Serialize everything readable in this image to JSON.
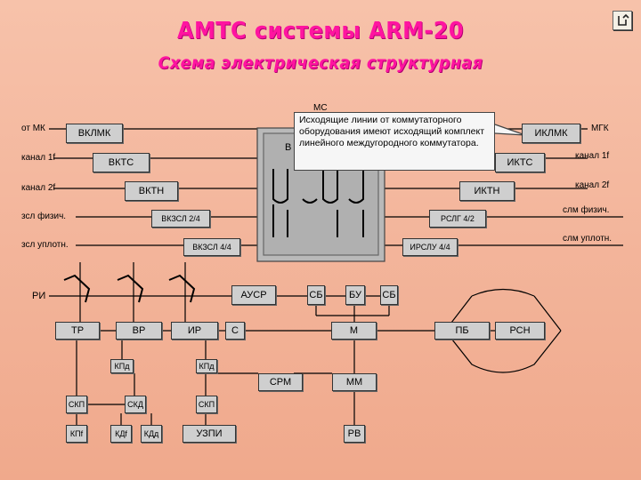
{
  "header": {
    "title": "АМТС системы ARM-20",
    "subtitle": "Схема электрическая структурная"
  },
  "callout": "Исходящие линии от коммутаторного оборудования имеют исходящий комплект линейного междугородного коммутатора.",
  "left_labels": [
    "от МК",
    "канал 1f",
    "канал 2f",
    "зсл физич.",
    "зсл уплотн.",
    "РИ"
  ],
  "right_labels": [
    "МГК",
    "канал 1f",
    "канал 2f",
    "слм физич.",
    "слм уплотн."
  ],
  "fragments": {
    "top": "МС",
    "center": "В"
  },
  "blocks": {
    "vklmk": "ВКЛМК",
    "vktc": "ВКТС",
    "vktn": "ВКТН",
    "vkzsl24": "ВКЗСЛ 2/4",
    "vkzsl44": "ВКЗСЛ 4/4",
    "iklmk": "ИКЛМК",
    "iktc": "ИКТС",
    "iktn": "ИКТН",
    "rslg42": "РСЛГ 4/2",
    "irslu44": "ИРСЛУ 4/4",
    "ausr": "АУСР",
    "sb1": "СБ",
    "bu": "БУ",
    "sb2": "СБ",
    "tr": "ТР",
    "vr": "ВР",
    "ir": "ИР",
    "c": "С",
    "m": "М",
    "pb": "ПБ",
    "rsn": "РСН",
    "kpd1": "КПд",
    "kpd2": "КПд",
    "srm": "СРМ",
    "mm": "ММ",
    "skp1": "СКП",
    "skd": "СКД",
    "skp2": "СКП",
    "kpf": "КПf",
    "kdf": "КДf",
    "kdd": "КДд",
    "uzpi": "УЗПИ",
    "rv": "РВ"
  },
  "colors": {
    "background": "#f3b59b",
    "title": "#ff14a0",
    "block_fill": "#cfcfcf"
  }
}
